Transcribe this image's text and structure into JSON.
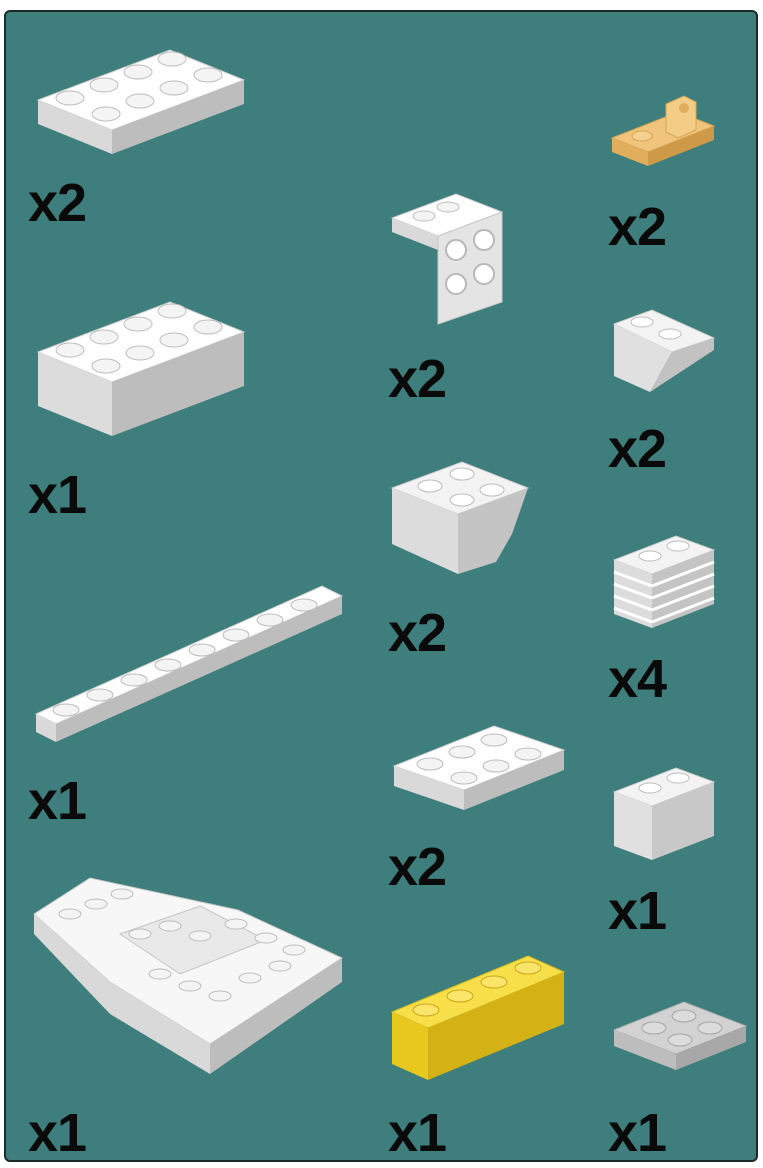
{
  "parts": [
    {
      "id": "plate-2x4",
      "icon": "plate-2x4-icon",
      "color": "#ffffff",
      "quantity": "x2"
    },
    {
      "id": "brick-2x4",
      "icon": "brick-2x4-icon",
      "color": "#ffffff",
      "quantity": "x1"
    },
    {
      "id": "plate-1x8",
      "icon": "plate-1x8-icon",
      "color": "#ffffff",
      "quantity": "x1"
    },
    {
      "id": "wedge-plate",
      "icon": "wedge-plate-icon",
      "color": "#ffffff",
      "quantity": "x1"
    },
    {
      "id": "bracket-2x2",
      "icon": "bracket-2x2-icon",
      "color": "#ffffff",
      "quantity": "x2"
    },
    {
      "id": "inverted-slope-2x2",
      "icon": "inverted-slope-2x2-icon",
      "color": "#ffffff",
      "quantity": "x2"
    },
    {
      "id": "plate-2x3",
      "icon": "plate-2x3-icon",
      "color": "#ffffff",
      "quantity": "x2"
    },
    {
      "id": "brick-1x4-yellow",
      "icon": "brick-1x4-icon",
      "color": "#f2d633",
      "quantity": "x1"
    },
    {
      "id": "hinge-plate-tan",
      "icon": "hinge-plate-icon",
      "color": "#e8b86a",
      "quantity": "x2"
    },
    {
      "id": "slope-1x2",
      "icon": "slope-1x2-icon",
      "color": "#ffffff",
      "quantity": "x2"
    },
    {
      "id": "grille-brick-1x2",
      "icon": "grille-brick-icon",
      "color": "#ffffff",
      "quantity": "x4"
    },
    {
      "id": "brick-1x2",
      "icon": "brick-1x2-icon",
      "color": "#ffffff",
      "quantity": "x1"
    },
    {
      "id": "plate-2x2-grey",
      "icon": "plate-2x2-icon",
      "color": "#cfcfcf",
      "quantity": "x1"
    }
  ]
}
